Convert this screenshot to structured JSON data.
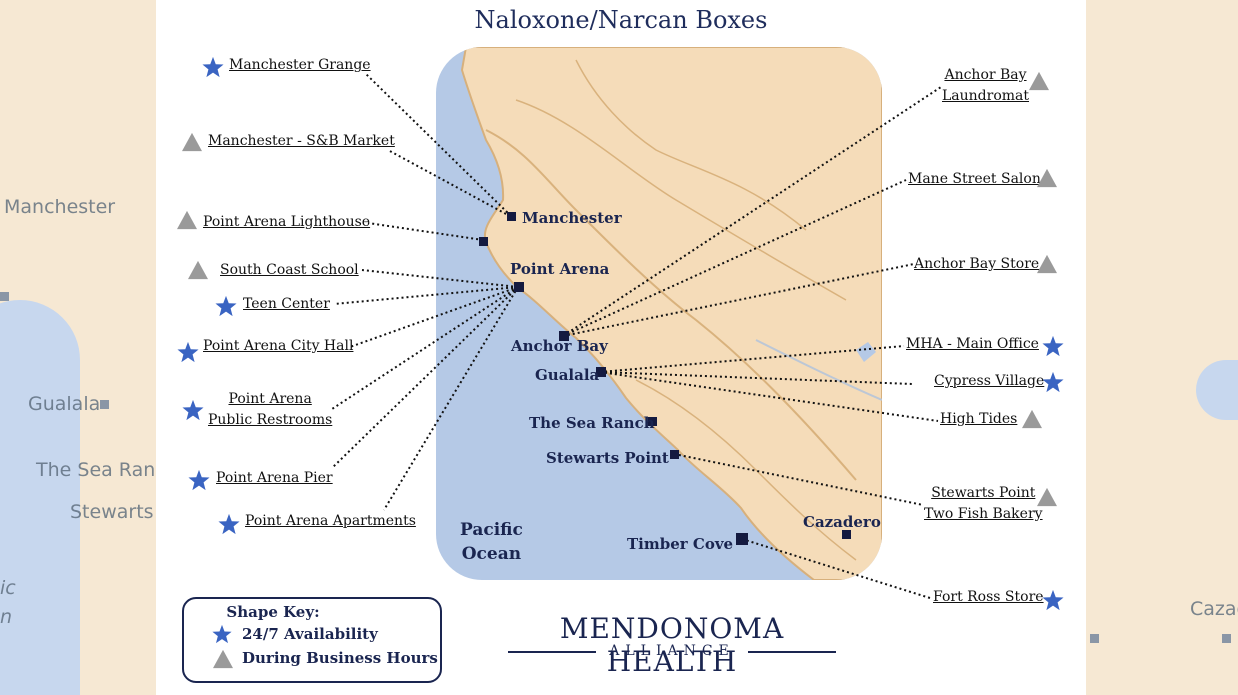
{
  "title": "Naloxone/Narcan Boxes",
  "colors": {
    "ocean": "#b5c9e6",
    "land": "#f5dcb9",
    "navy": "#1a2550",
    "star": "#3a64c2",
    "triangle": "#9a9a9a"
  },
  "background_labels": {
    "left": [
      "Manchester",
      "Gualala",
      "The Sea Ranch",
      "Stewarts P",
      "ic",
      "n"
    ],
    "right": [
      "Cazad"
    ]
  },
  "towns": {
    "manchester": "Manchester",
    "point_arena": "Point Arena",
    "anchor_bay": "Anchor Bay",
    "gualala": "Gualala",
    "sea_ranch": "The Sea Ranch",
    "stewarts_point": "Stewarts Point",
    "timber_cove": "Timber Cove",
    "cazadero": "Cazadero"
  },
  "ocean_label": {
    "line1": "Pacific",
    "line2": "Ocean"
  },
  "locations_left": [
    {
      "label": "Manchester Grange",
      "availability": "24/7",
      "icon": "star-icon"
    },
    {
      "label": "Manchester - S&B Market",
      "availability": "business-hours",
      "icon": "triangle-icon"
    },
    {
      "label": "Point Arena Lighthouse",
      "availability": "business-hours",
      "icon": "triangle-icon"
    },
    {
      "label": "South Coast School ",
      "availability": "business-hours",
      "icon": "triangle-icon"
    },
    {
      "label": "Teen Center",
      "availability": "24/7",
      "icon": "star-icon"
    },
    {
      "label": "Point Arena City Hall",
      "availability": "24/7",
      "icon": "star-icon"
    },
    {
      "label_lines": [
        "Point Arena",
        "Public Restrooms"
      ],
      "availability": "24/7",
      "icon": "star-icon"
    },
    {
      "label": "Point Arena Pier",
      "availability": "24/7",
      "icon": "star-icon"
    },
    {
      "label": "Point Arena Apartments",
      "availability": "24/7",
      "icon": "star-icon"
    }
  ],
  "locations_right": [
    {
      "label_lines": [
        "Anchor Bay ",
        "Laundromat"
      ],
      "availability": "business-hours",
      "icon": "triangle-icon"
    },
    {
      "label": "Mane Street Salon",
      "availability": "business-hours",
      "icon": "triangle-icon"
    },
    {
      "label": "Anchor Bay Store",
      "availability": "business-hours",
      "icon": "triangle-icon"
    },
    {
      "label": "MHA - Main Office",
      "availability": "24/7",
      "icon": "star-icon"
    },
    {
      "label": "Cypress Village",
      "availability": "24/7",
      "icon": "star-icon"
    },
    {
      "label": "High Tides",
      "availability": "business-hours",
      "icon": "triangle-icon"
    },
    {
      "label_lines": [
        "Stewarts Point",
        "Two Fish Bakery"
      ],
      "availability": "business-hours",
      "icon": "triangle-icon"
    },
    {
      "label": "Fort Ross Store",
      "availability": "24/7",
      "icon": "star-icon"
    }
  ],
  "key": {
    "title": "Shape Key:",
    "star_label": "24/7 Availability",
    "triangle_label": "During Business Hours"
  },
  "logo": {
    "main": "MENDONOMA HEALTH",
    "sub": "ALLIANCE"
  }
}
